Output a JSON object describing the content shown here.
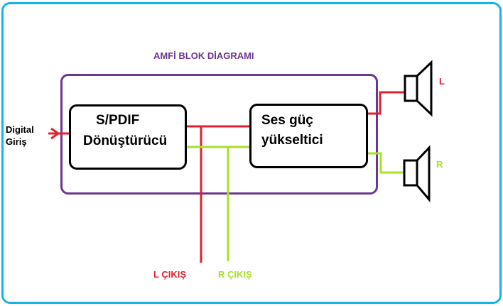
{
  "title": "AMFİ BLOK DİAGRAMI",
  "input": {
    "line1": "Digital",
    "line2": "Giriş"
  },
  "blocks": {
    "converter": {
      "line1": "S/PDIF",
      "line2": "Dönüştürücü"
    },
    "amplifier": {
      "line1": "Ses güç",
      "line2": "yükseltici"
    }
  },
  "speakers": {
    "left_label": "L",
    "right_label": "R"
  },
  "outputs": {
    "left": "L ÇIKIŞ",
    "right": "R ÇIKIŞ"
  },
  "colors": {
    "frame": "#16b4e6",
    "container": "#6c3791",
    "left_channel": "#e0202e",
    "right_channel": "#a8e02a",
    "block_border": "#000000"
  }
}
